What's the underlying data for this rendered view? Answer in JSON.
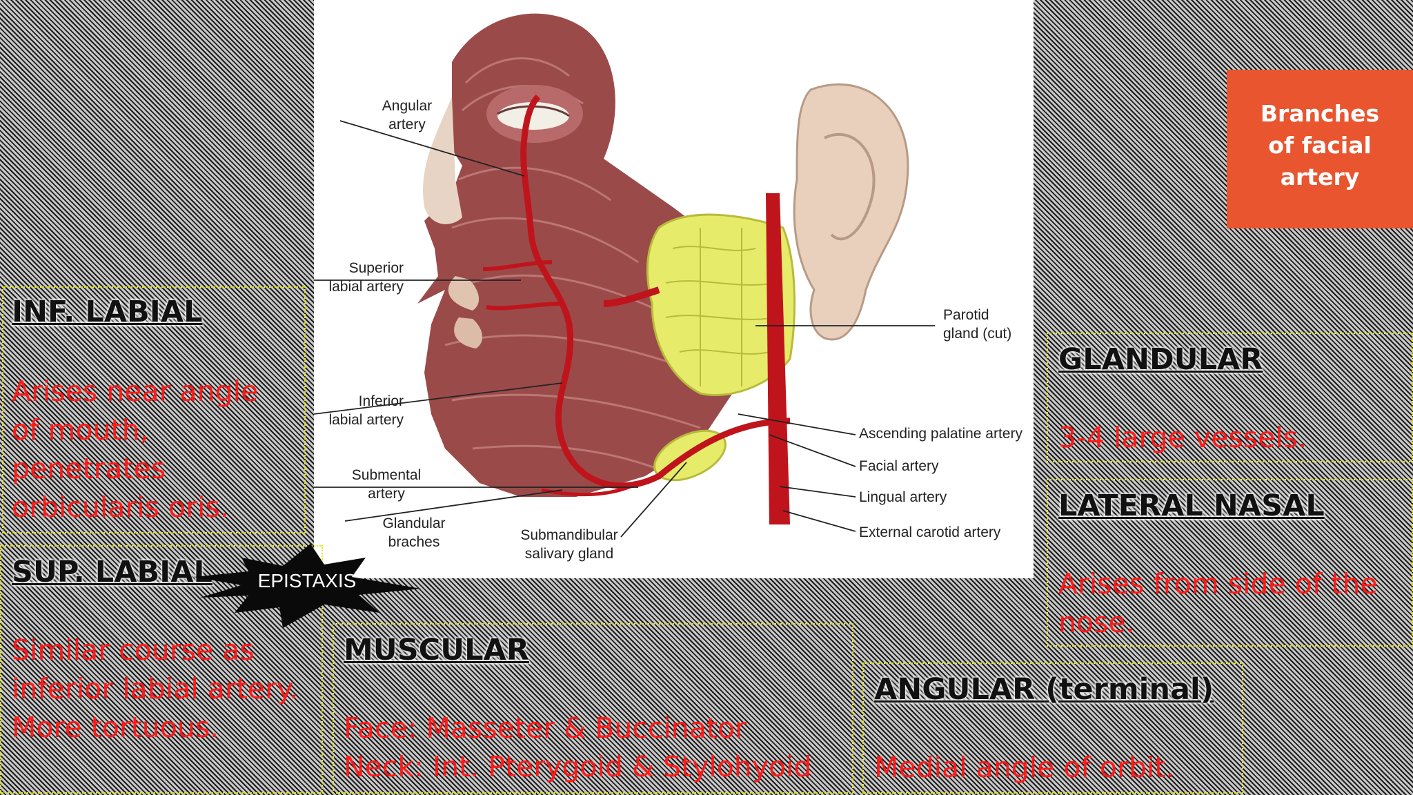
{
  "tag": {
    "text": "Branches of facial artery",
    "color": "#e8552f"
  },
  "figure_labels": {
    "angular": "Angular\nartery",
    "superior": "Superior\nlabial artery",
    "inferior": "Inferior\nlabial artery",
    "submental": "Submental\nartery",
    "glandular": "Glandular\nbraches",
    "submandibular": "Submandibular\nsalivary gland",
    "parotid": "Parotid\ngland (cut)",
    "ascending": "Ascending palatine artery",
    "facial": "Facial artery",
    "lingual": "Lingual artery",
    "external": "External carotid artery"
  },
  "boxes": {
    "inf_labial": {
      "title": "INF. LABIAL",
      "body": "Arises near angle of mouth, penetrates orbicularis oris."
    },
    "sup_labial": {
      "title": "SUP. LABIAL",
      "body": "Similar course as inferior labial artery. More tortuous."
    },
    "muscular": {
      "title": "MUSCULAR",
      "line1": "Face: Masseter & Buccinator",
      "line2": "Neck: Int. Pterygoid & Stylohyoid"
    },
    "glandular": {
      "title": "GLANDULAR",
      "body": "3-4 large vessels."
    },
    "lateral_nasal": {
      "title": "LATERAL NASAL",
      "body": "Arises from side of the nose."
    },
    "angular": {
      "title": "ANGULAR (terminal)",
      "body": "Medial angle of orbit."
    }
  },
  "burst": {
    "text": "EPISTAXIS"
  },
  "colors": {
    "body_text": "#ff1a1a",
    "box_border": "#e6e600",
    "artery": "#c0141c",
    "muscle": "#9b4a4a",
    "gland": "#e6ec6a"
  }
}
